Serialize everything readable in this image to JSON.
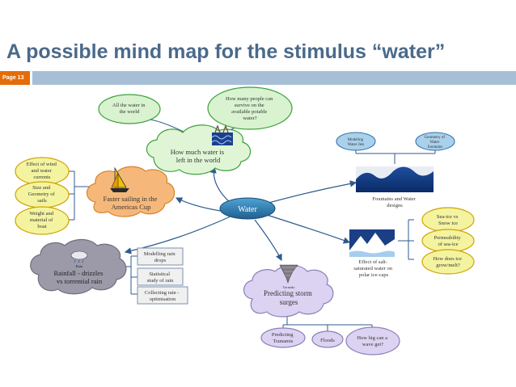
{
  "colors": {
    "title": "#4a6a8a",
    "page_tag_bg": "#e46c0a",
    "page_tag_text": "#ffffff",
    "band": "#a6bfd6",
    "link": "#2f5b8c",
    "ellipse_green_fill": "#d9f2cf",
    "ellipse_green_stroke": "#3aa23a",
    "ellipse_blue_fill": "#a9d1ec",
    "ellipse_blue_stroke": "#2f6fa8",
    "ellipse_yellow_fill": "#f4f3a0",
    "ellipse_yellow_stroke": "#cfa400",
    "box_fill": "#f0f0f0",
    "box_stroke": "#7b8fb0",
    "cloud_green": "#dff5d6",
    "cloud_orange": "#f6b87a",
    "cloud_gray": "#9c9aa8",
    "cloud_lilac": "#dcd3f2",
    "water_center": "#2a7fb5"
  },
  "header": {
    "title": "A possible mind map for the stimulus “water”",
    "page_tag": "Page 13"
  },
  "map": {
    "center": "Water",
    "nodes": {
      "how_much_water": [
        "How much water is",
        "left in the world"
      ],
      "all_water": [
        "All the water in",
        "the world"
      ],
      "how_many_people": [
        "How many people can",
        "survive on the",
        "available potable",
        "water?"
      ],
      "faster_sailing": [
        "Faster sailing in the",
        "Americas Cup"
      ],
      "effect_wind": [
        "Effect of wind",
        "and water",
        "currents"
      ],
      "size_geometry": [
        "Size and",
        "Geometry of",
        "sails"
      ],
      "weight_material": [
        "Weight and",
        "material of",
        "boat"
      ],
      "fountains": [
        "Fountains and Water",
        "designs"
      ],
      "modeling_water": [
        "Modeling",
        "Water Jets"
      ],
      "geometry_water": [
        "Geometry of",
        "Water",
        "fountains"
      ],
      "effect_salt": [
        "Effect of salt-",
        "saturated water on",
        "polar ice-caps"
      ],
      "sea_ice": [
        "Sea-ice vs",
        "Snow ice"
      ],
      "permeability": [
        "Permeability",
        "of sea-ice"
      ],
      "ice_grow": [
        "How does ice",
        "grow/melt?"
      ],
      "rain_caption": "Rain",
      "rainfall": [
        "Rainfall - drizzles",
        "vs torrential rain"
      ],
      "modelling_rain": [
        "Modelling rain",
        "drops"
      ],
      "statistical_rain": [
        "Statistical",
        "study of rain"
      ],
      "collecting_rain": [
        "Collecting rain -",
        "optimisation"
      ],
      "tornado_caption": "Tornado",
      "storm": [
        "Predicting storm",
        "surges"
      ],
      "tsunamis": [
        "Predicting",
        "Tsunamis"
      ],
      "floods": [
        "Floods"
      ],
      "wave": [
        "How big can a",
        "wave get?"
      ]
    }
  }
}
